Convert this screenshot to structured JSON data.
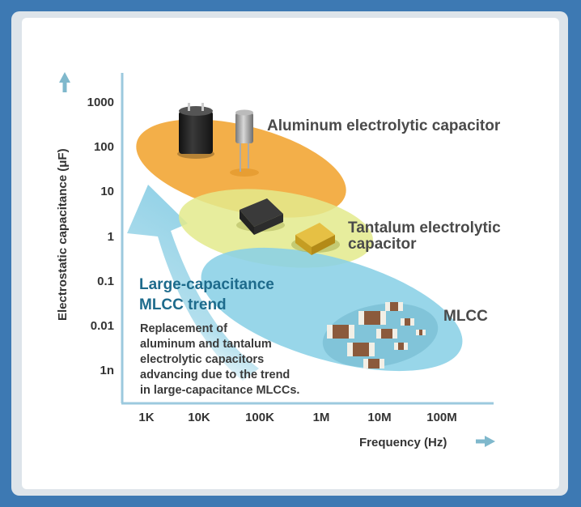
{
  "y_axis": {
    "label": "Electrostatic capacitance (μF)",
    "ticks": [
      "1000",
      "100",
      "10",
      "1",
      "0.1",
      "0.01",
      "1n"
    ]
  },
  "x_axis": {
    "label": "Frequency (Hz)",
    "ticks": [
      "1K",
      "10K",
      "100K",
      "1M",
      "10M",
      "100M"
    ]
  },
  "groups": {
    "aluminum": {
      "label": "Aluminum electrolytic capacitor",
      "color": "#f2a83a"
    },
    "tantalum": {
      "label_line1": "Tantalum electrolytic",
      "label_line2": "capacitor",
      "color": "#e3ea8c"
    },
    "mlcc": {
      "label": "MLCC",
      "color": "#8ad0e6"
    }
  },
  "trend": {
    "title_line1": "Large-capacitance",
    "title_line2": "MLCC trend",
    "description": [
      "Replacement of",
      "aluminum and tantalum",
      "electrolytic capacitors",
      "advancing due to the trend",
      "in large-capacitance MLCCs."
    ]
  },
  "colors": {
    "background_frame": "#3d79b3",
    "axis": "#9cc9de",
    "trend_arrow": "#a9dbeb",
    "trend_title": "#1e6b8c"
  }
}
